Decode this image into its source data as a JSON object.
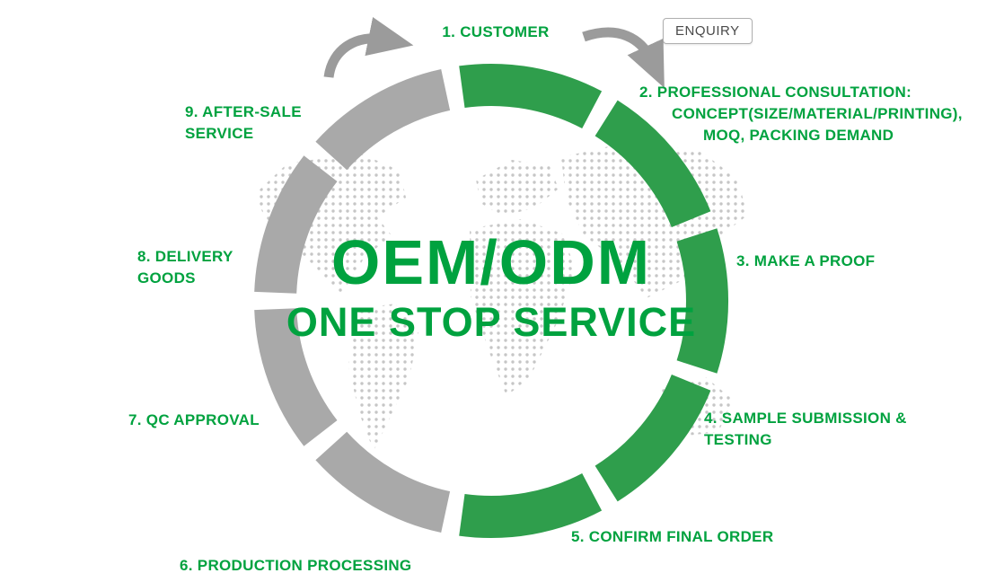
{
  "title": {
    "line1": "OEM/ODM",
    "line2": "ONE STOP SERVICE"
  },
  "enquiry_button": "ENQUIRY",
  "steps": [
    {
      "name": "customer",
      "lines": [
        "1. CUSTOMER"
      ]
    },
    {
      "name": "professional-consultation",
      "lines": [
        "2. PROFESSIONAL CONSULTATION:",
        "CONCEPT(SIZE/MATERIAL/PRINTING),",
        "MOQ, PACKING DEMAND"
      ]
    },
    {
      "name": "make-a-proof",
      "lines": [
        "3. MAKE A PROOF"
      ]
    },
    {
      "name": "sample-submission",
      "lines": [
        "4. SAMPLE SUBMISSION &",
        "TESTING"
      ]
    },
    {
      "name": "confirm-final-order",
      "lines": [
        "5. CONFIRM FINAL ORDER"
      ]
    },
    {
      "name": "production-processing",
      "lines": [
        "6. PRODUCTION PROCESSING"
      ]
    },
    {
      "name": "qc-approval",
      "lines": [
        "7. QC APPROVAL"
      ]
    },
    {
      "name": "delivery-goods",
      "lines": [
        "8. DELIVERY",
        "GOODS"
      ]
    },
    {
      "name": "after-sale-service",
      "lines": [
        "9. AFTER-SALE",
        "SERVICE"
      ]
    }
  ],
  "colors": {
    "text_green": "#00a23f",
    "green_ring": "#2f9e4c",
    "gray_ring": "#a9a9a9",
    "arrow_gray": "#9b9b9b",
    "map_dot": "#c6c6c6",
    "enquiry_text": "#4a4a4a",
    "enquiry_border": "#b0b0b0"
  },
  "ring": {
    "segments": [
      {
        "start": -10,
        "end": 30,
        "color": "green"
      },
      {
        "start": 30,
        "end": 70,
        "color": "green"
      },
      {
        "start": 70,
        "end": 110,
        "color": "green"
      },
      {
        "start": 110,
        "end": 150,
        "color": "green"
      },
      {
        "start": 150,
        "end": 190,
        "color": "green"
      },
      {
        "start": 190,
        "end": 230,
        "color": "gray"
      },
      {
        "start": 230,
        "end": 270,
        "color": "gray"
      },
      {
        "start": 270,
        "end": 310,
        "color": "gray"
      },
      {
        "start": 310,
        "end": 350,
        "color": "gray"
      }
    ]
  }
}
